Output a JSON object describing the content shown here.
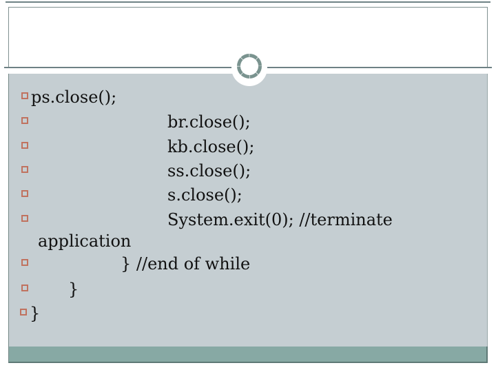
{
  "slide": {
    "title_placeholder": "",
    "content": {
      "lines": [
        {
          "bullet": true,
          "text": "ps.close();"
        },
        {
          "bullet": true,
          "text": "br.close();"
        },
        {
          "bullet": true,
          "text": "kb.close();"
        },
        {
          "bullet": true,
          "text": "ss.close();"
        },
        {
          "bullet": true,
          "text": "s.close();"
        },
        {
          "bullet": true,
          "text": "System.exit(0); //terminate"
        },
        {
          "bullet": false,
          "text": "application"
        },
        {
          "bullet": true,
          "text": "} //end of while"
        },
        {
          "bullet": true,
          "text": "}"
        },
        {
          "bullet": true,
          "text": "}"
        }
      ]
    }
  },
  "icons": {
    "bullet": "square-bullet-icon",
    "ornament": "circle-ring-ornament-icon"
  },
  "theme": {
    "bullet_color": "#c0725f",
    "content_bg": "#c5ced2",
    "accent_bar_color": "#87a9a4",
    "ring_color": "#7a938f",
    "rule_color": "#6e8184",
    "panel_border_color": "#7f9090",
    "text_color": "#111111"
  }
}
